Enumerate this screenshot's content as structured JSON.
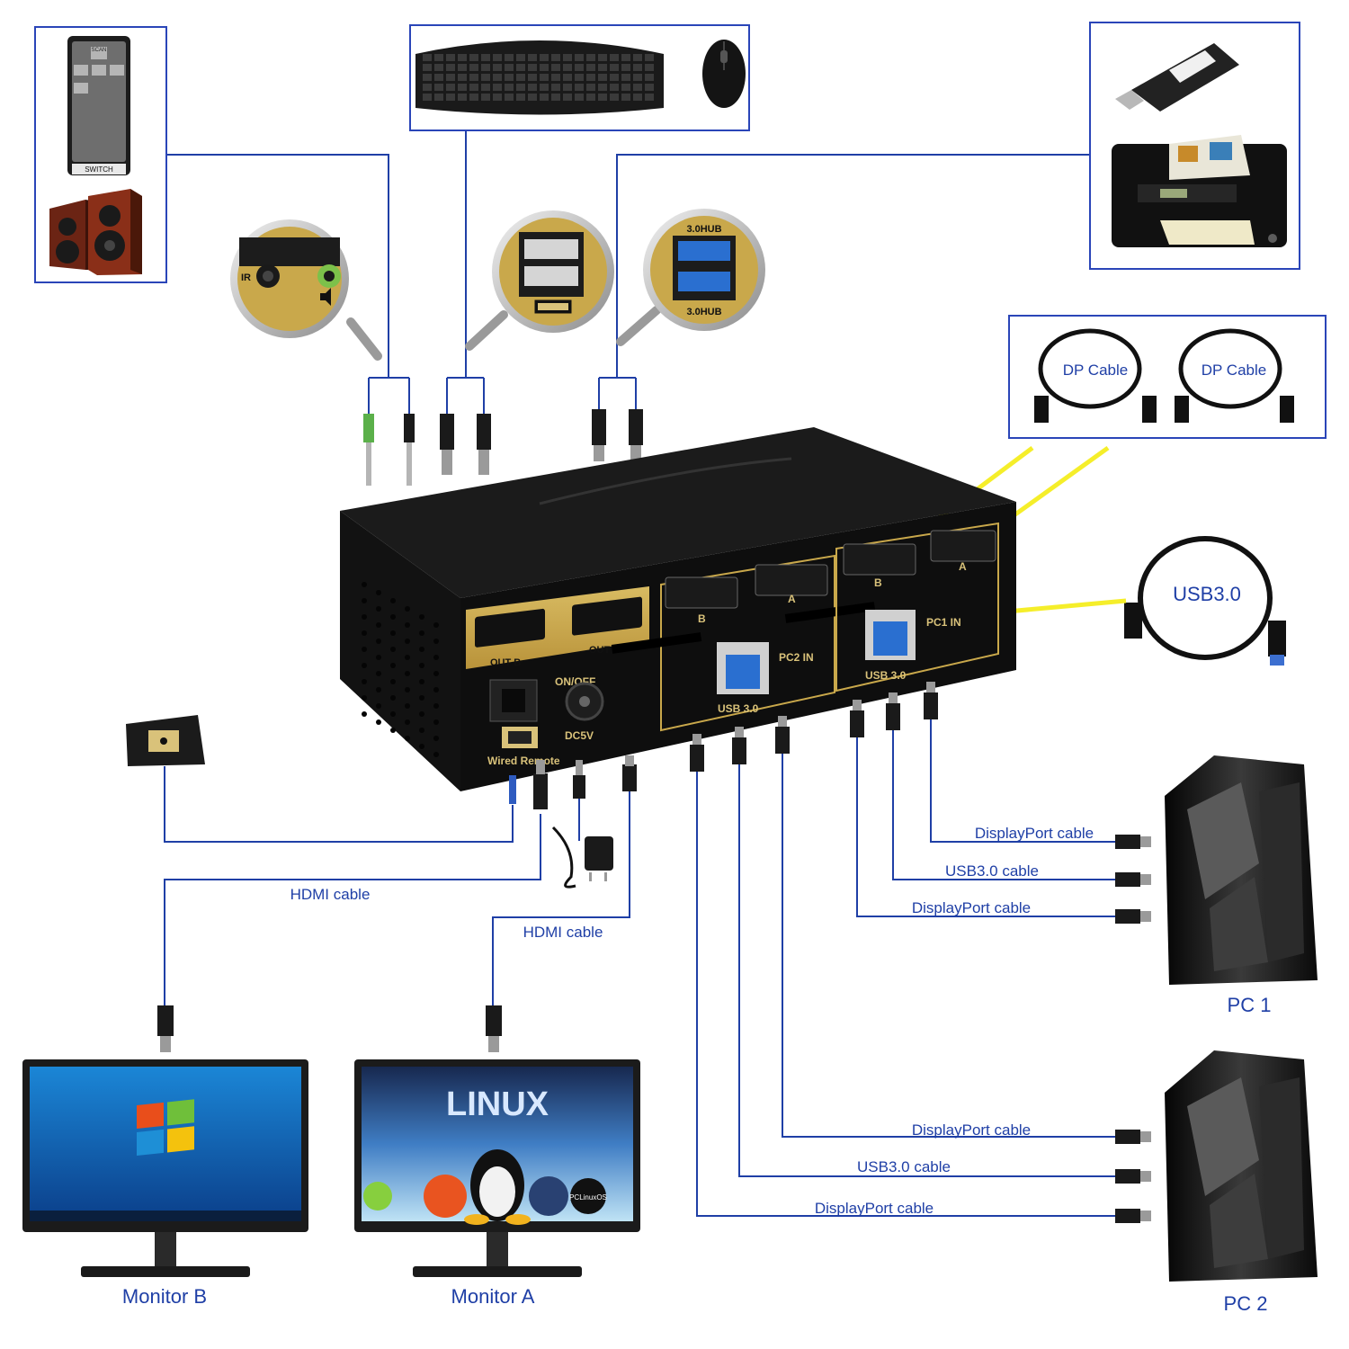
{
  "labels": {
    "remote_switch": "SWITCH",
    "remote_scan": "SCAN",
    "ir": "IR",
    "hub_top": "3.0HUB",
    "hub_bottom": "3.0HUB",
    "dp_cable_1": "DP Cable",
    "dp_cable_2": "DP Cable",
    "usb30": "USB3.0",
    "out_b": "OUT B",
    "out_a": "OUT A",
    "on_off": "ON/OFF",
    "dc5v": "DC5V",
    "wired_remote": "Wired Remote",
    "pc2_in": "PC2 IN",
    "pc1_in": "PC1 IN",
    "usb30_pc2": "USB 3.0",
    "usb30_pc1": "USB 3.0",
    "port_b_pc2": "B",
    "port_a_pc2": "A",
    "port_b_pc1": "B",
    "port_a_pc1": "A",
    "hdmi_cable_b": "HDMI cable",
    "hdmi_cable_a": "HDMI cable",
    "pc1_dp_1": "DisplayPort cable",
    "pc1_usb": "USB3.0 cable",
    "pc1_dp_2": "DisplayPort cable",
    "pc2_dp_1": "DisplayPort cable",
    "pc2_usb": "USB3.0 cable",
    "pc2_dp_2": "DisplayPort cable",
    "pc1": "PC 1",
    "pc2": "PC 2",
    "monitor_b": "Monitor B",
    "monitor_a": "Monitor A",
    "linux_banner": "LINUX",
    "pclinuxos": "PCLinuxOS"
  },
  "icons": {
    "remote": "remote-control-icon",
    "speakers": "speakers-icon",
    "keyboard": "keyboard-icon",
    "mouse": "mouse-icon",
    "usb_drive": "usb-flash-drive-icon",
    "printer": "printer-icon",
    "kvm": "kvm-switch-icon",
    "pc_tower": "pc-tower-icon",
    "monitor": "monitor-icon",
    "power_adapter": "power-adapter-icon"
  },
  "colors": {
    "wire": "#1f3fa6",
    "gold_panel": "#c9a84b",
    "yellow_arrow": "#f5ee2a",
    "device_dark": "#161616"
  }
}
